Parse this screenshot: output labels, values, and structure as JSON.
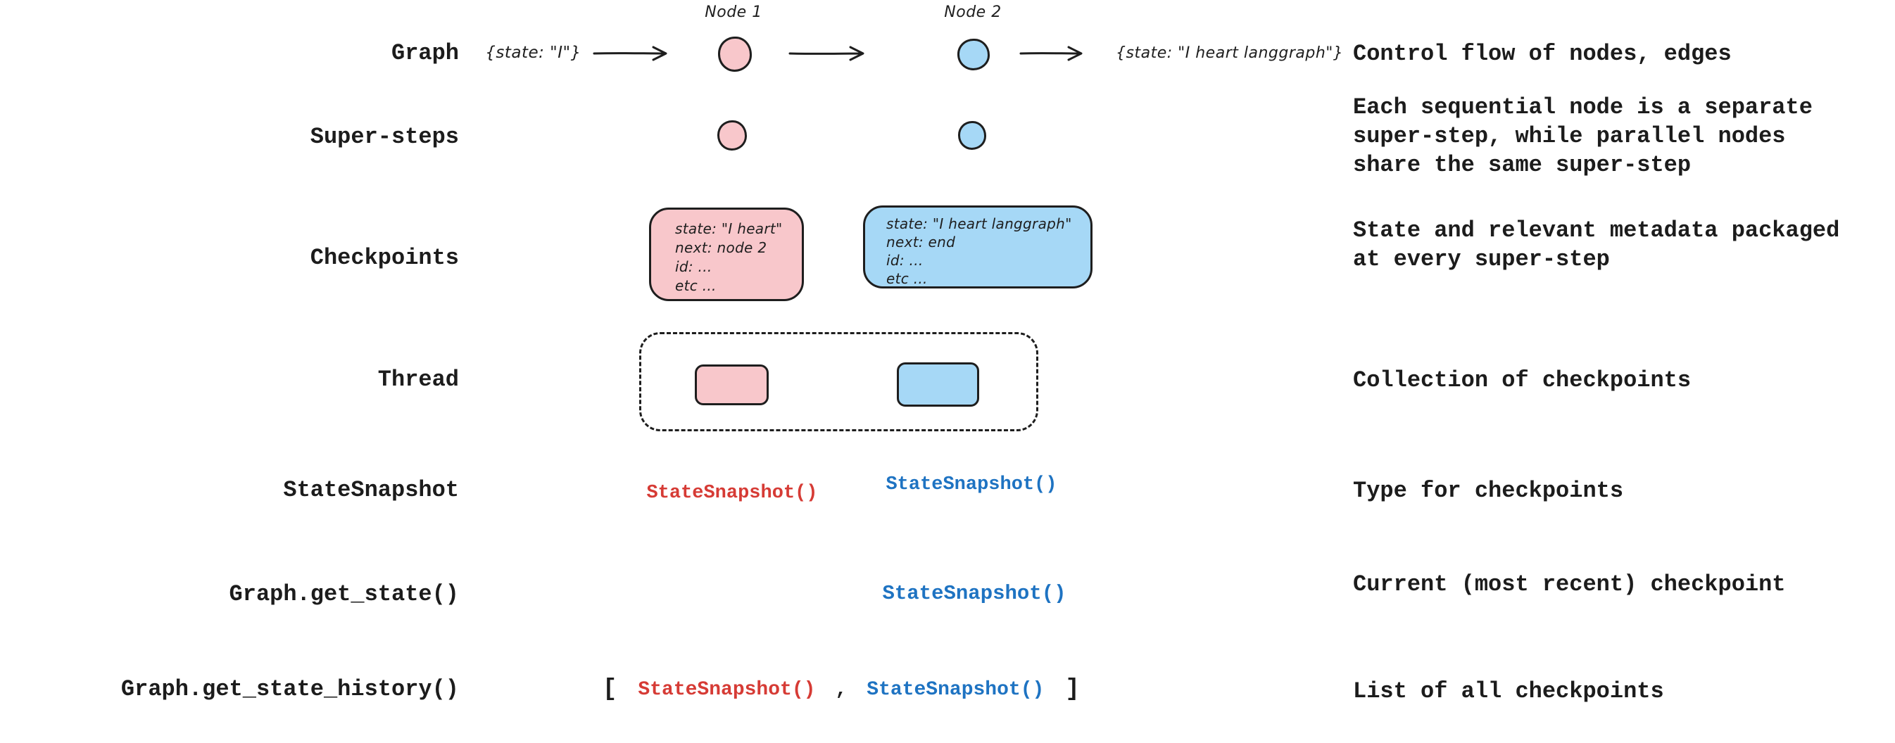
{
  "palette": {
    "ink": "#1e1e1e",
    "text": "#1c1c1c",
    "red_code": "#d63b35",
    "blue_code": "#1e73c2",
    "pink_fill": "#f8c7cb",
    "blue_fill": "#a6d8f6"
  },
  "rows": {
    "graph": {
      "label": "Graph",
      "input_state": "{state: \"I\"}",
      "node1_label": "Node 1",
      "node2_label": "Node 2",
      "output_state": "{state: \"I heart langgraph\"}",
      "description": "Control flow of nodes, edges"
    },
    "super_steps": {
      "label": "Super-steps",
      "description_lines": [
        "Each sequential node is a separate",
        "super-step, while parallel nodes",
        "share the same super-step"
      ]
    },
    "checkpoints": {
      "label": "Checkpoints",
      "pink_box_lines": [
        "state: \"I heart\"",
        "next: node 2",
        "id: ...",
        "etc ..."
      ],
      "blue_box_lines": [
        "state: \"I heart langgraph\"",
        "next: end",
        "id: ...",
        "etc ..."
      ],
      "description_lines": [
        "State and relevant metadata packaged",
        "at every super-step"
      ]
    },
    "thread": {
      "label": "Thread",
      "description": "Collection of checkpoints"
    },
    "state_snapshot": {
      "label": "StateSnapshot",
      "red_code": "StateSnapshot()",
      "blue_code": "StateSnapshot()",
      "description": "Type for checkpoints"
    },
    "get_state": {
      "label": "Graph.get_state()",
      "code": "StateSnapshot()",
      "description": "Current (most recent) checkpoint"
    },
    "get_state_history": {
      "label": "Graph.get_state_history()",
      "bracket_open": "[",
      "red_code": "StateSnapshot()",
      "comma": ",",
      "blue_code": "StateSnapshot()",
      "bracket_close": "]",
      "description": "List of all checkpoints"
    }
  }
}
